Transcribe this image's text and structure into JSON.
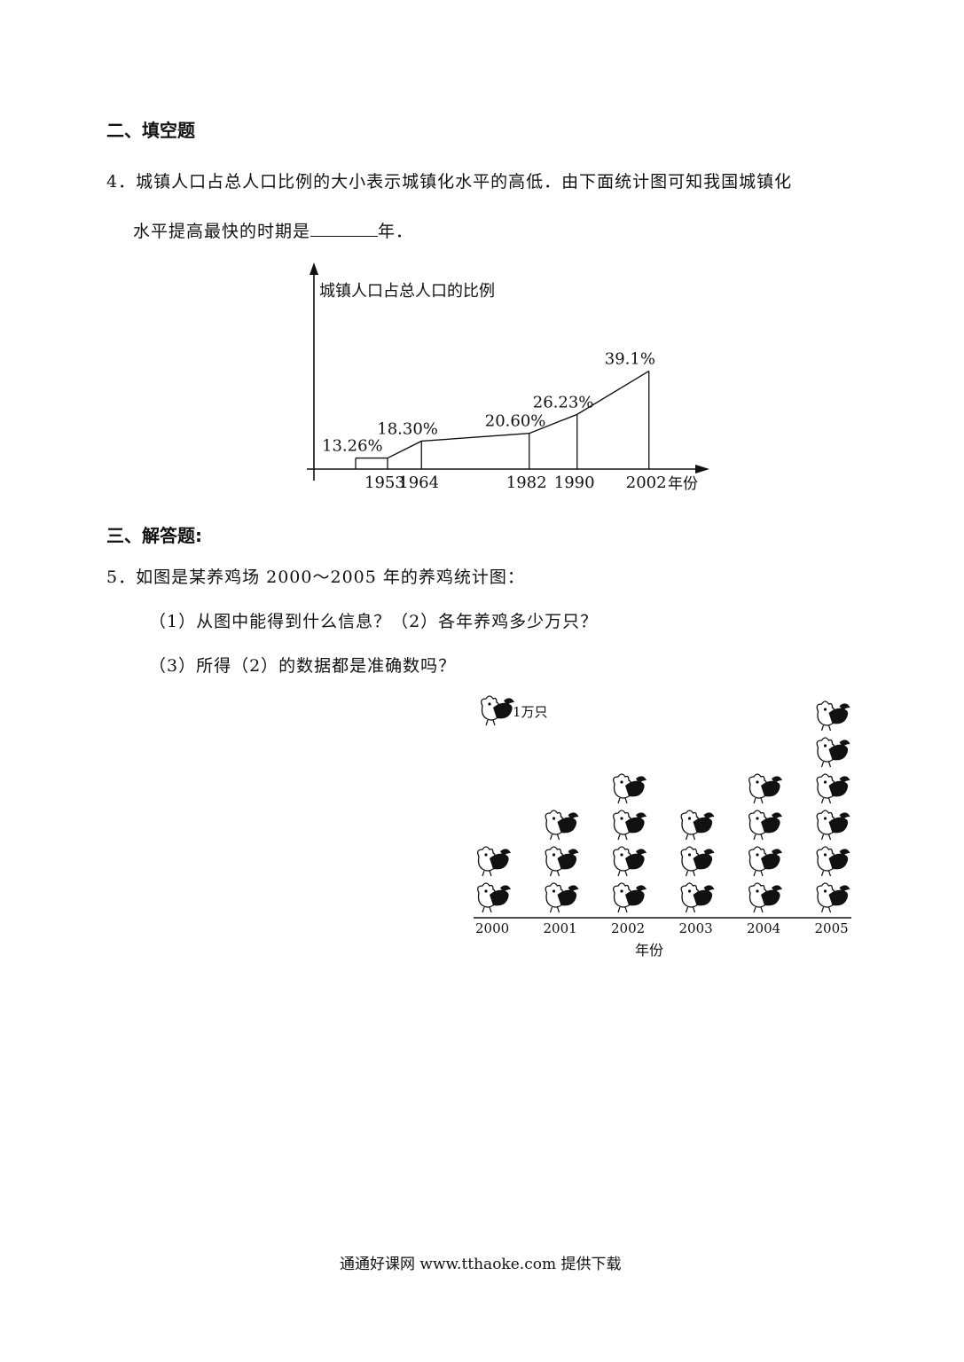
{
  "sections": {
    "fill_in_title": "二、填空题",
    "answer_title": "三、解答题:"
  },
  "q4": {
    "number": "4．",
    "line1": "城镇人口占总人口比例的大小表示城镇化水平的高低．由下面统计图可知我国城镇化",
    "line2_before": "水平提高最快的时期是",
    "line2_after": "年．"
  },
  "q5": {
    "number": "5．",
    "stem": "如图是某养鸡场 2000～2005 年的养鸡统计图：",
    "sub1": "（1）从图中能得到什么信息？（2）各年养鸡多少万只？",
    "sub2": "（3）所得（2）的数据都是准确数吗？"
  },
  "footer": "通通好课网  www.tthaoke.com  提供下载",
  "chart_data": [
    {
      "type": "line",
      "ylabel": "城镇人口占总人口的比例",
      "xlabel": "年份",
      "x": [
        1953,
        1964,
        1982,
        1990,
        2002
      ],
      "values": [
        13.26,
        18.3,
        20.6,
        26.23,
        39.1
      ],
      "data_labels": [
        "13.26%",
        "18.30%",
        "20.60%",
        "26.23%",
        "39.1%"
      ],
      "grid": false
    },
    {
      "type": "pictograph",
      "legend": "1万只",
      "xlabel": "年份",
      "categories": [
        "2000",
        "2001",
        "2002",
        "2003",
        "2004",
        "2005"
      ],
      "values": [
        2,
        3,
        4,
        3,
        4,
        6
      ]
    }
  ]
}
